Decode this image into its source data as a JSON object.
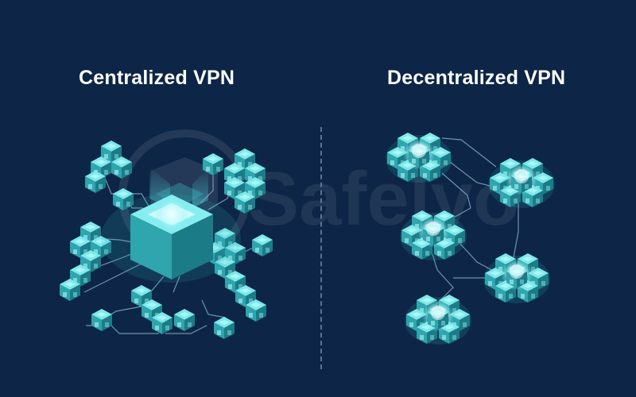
{
  "titles": {
    "left": "Centralized VPN",
    "right": "Decentralized VPN"
  },
  "watermark": {
    "text": "Safelyo"
  },
  "colors": {
    "background": "#0d2546",
    "cube_top": "#6fe3e6",
    "cube_left": "#2fa5ad",
    "cube_right": "#1b7c88",
    "core_glow": "#d6ffff",
    "line": "#7fa9c4",
    "divider": "#5d7391"
  },
  "icons": [
    "watermark-logo-icon",
    "server-cube-icon",
    "cluster-node-icon"
  ]
}
